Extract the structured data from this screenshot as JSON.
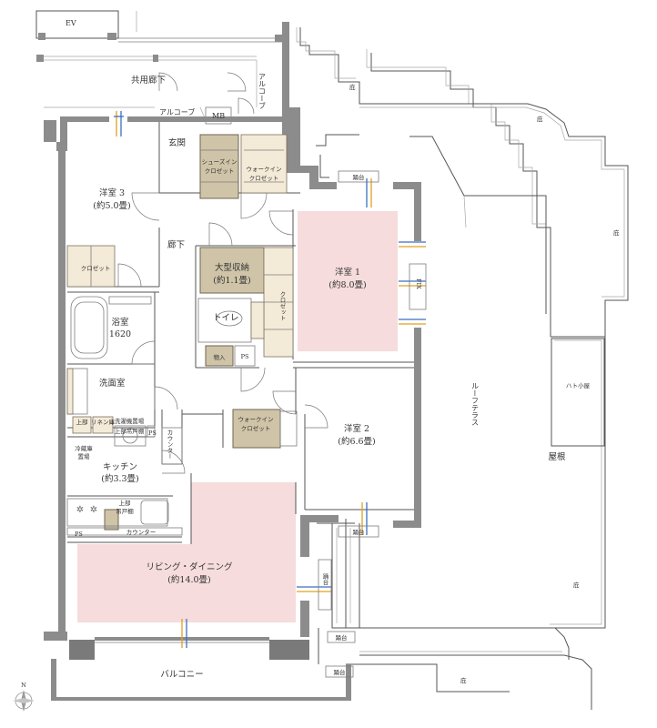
{
  "labels": {
    "ev": "EV",
    "common_corridor": "共用廊下",
    "alcove_horizontal": "アルコーブ",
    "alcove_vertical": "アルコーブ",
    "mb": "MB",
    "entrance": "玄関",
    "shoes_closet_1": "シューズイン",
    "shoes_closet_2": "クロゼット",
    "wic_top_1": "ウォークイン",
    "wic_top_2": "クロゼット",
    "bedroom3_name": "洋室 3",
    "bedroom3_size": "(約5.0畳)",
    "closet_bedroom3": "クロゼット",
    "hallway": "廊下",
    "large_storage_name": "大型収納",
    "large_storage_size": "(約1.1畳)",
    "closet_bedroom1": "クロゼット",
    "bedroom1_name": "洋室 1",
    "bedroom1_size": "(約8.0畳)",
    "fix_window": "FIX",
    "bathroom_name": "浴室",
    "bathroom_size": "1620",
    "toilet": "トイレ",
    "storage_small": "物入",
    "ps_upper": "PS",
    "washroom": "洗面室",
    "linen_upper": "上部",
    "linen_lower": "リネン庫",
    "laundry_upper": "洗濯機置場",
    "laundry_lower": "上部吊戸棚",
    "ps_kitchen": "PS",
    "counter_vertical": "カウンター",
    "wic_bedroom2_1": "ウォークイン",
    "wic_bedroom2_2": "クロゼット",
    "bedroom2_name": "洋室 2",
    "bedroom2_size": "(約6.6畳)",
    "fridge_1": "冷蔵庫",
    "fridge_2": "置場",
    "kitchen_name": "キッチン",
    "kitchen_size": "(約3.3畳)",
    "upper_cabinet_1": "上部",
    "upper_cabinet_2": "吊戸棚",
    "counter_horizontal": "カウンター",
    "ps_lower": "PS",
    "living_name": "リビング・ダイニング",
    "living_size": "(約14.0畳)",
    "balcony": "バルコニー",
    "roof_terrace": "ルーフテラス",
    "roof": "屋根",
    "small_roof": "ハト小屋",
    "niwa_1": "庇",
    "niwa_2": "庇",
    "niwa_3": "庇",
    "niwa_4": "庇",
    "niwa_5": "庇",
    "tedai_1": "踊台",
    "tedai_2": "踊台",
    "tedai_3": "踊台",
    "tedai_4": "踊台",
    "tedai_5": "踊台",
    "north": "N"
  }
}
